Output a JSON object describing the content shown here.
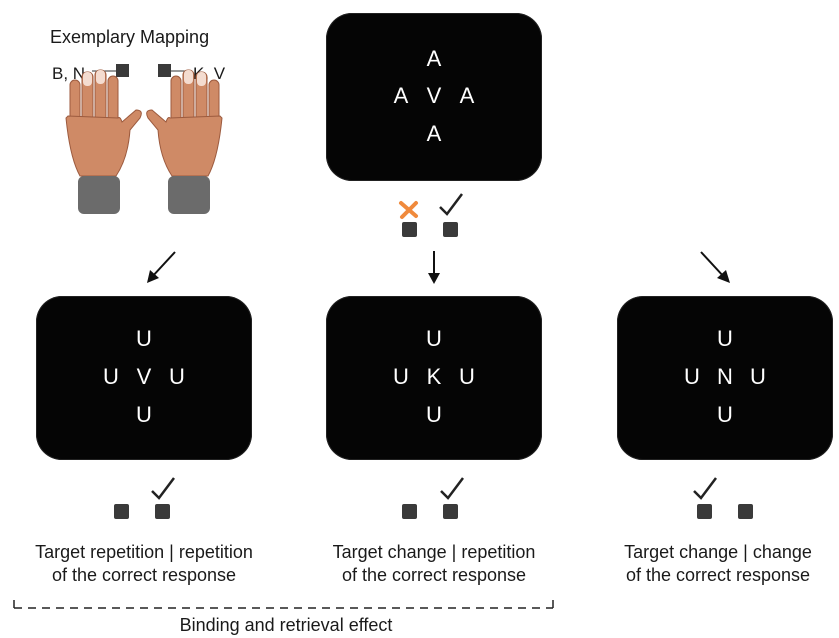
{
  "mapping": {
    "title": "Exemplary Mapping",
    "left_keys": "B, N",
    "right_keys": "K, V"
  },
  "prime": {
    "letters": {
      "top": "A",
      "left": "A",
      "center": "V",
      "right": "A",
      "bottom": "A"
    }
  },
  "probes": [
    {
      "letters": {
        "top": "U",
        "left": "U",
        "center": "V",
        "right": "U",
        "bottom": "U"
      },
      "caption_line1": "Target repetition | repetition",
      "caption_line2": "of the correct response"
    },
    {
      "letters": {
        "top": "U",
        "left": "U",
        "center": "K",
        "right": "U",
        "bottom": "U"
      },
      "caption_line1": "Target change | repetition",
      "caption_line2": "of the correct response"
    },
    {
      "letters": {
        "top": "U",
        "left": "U",
        "center": "N",
        "right": "U",
        "bottom": "U"
      },
      "caption_line1": "Target change | change",
      "caption_line2": "of the correct response"
    }
  ],
  "bracket_label": "Binding and retrieval effect",
  "colors": {
    "screen": "#050505",
    "key": "#3a3a3a",
    "cross": "#f08a3c",
    "check": "#222222"
  },
  "icons": [
    "hands-image",
    "checkmark-icon",
    "cross-icon",
    "arrow-icon"
  ]
}
